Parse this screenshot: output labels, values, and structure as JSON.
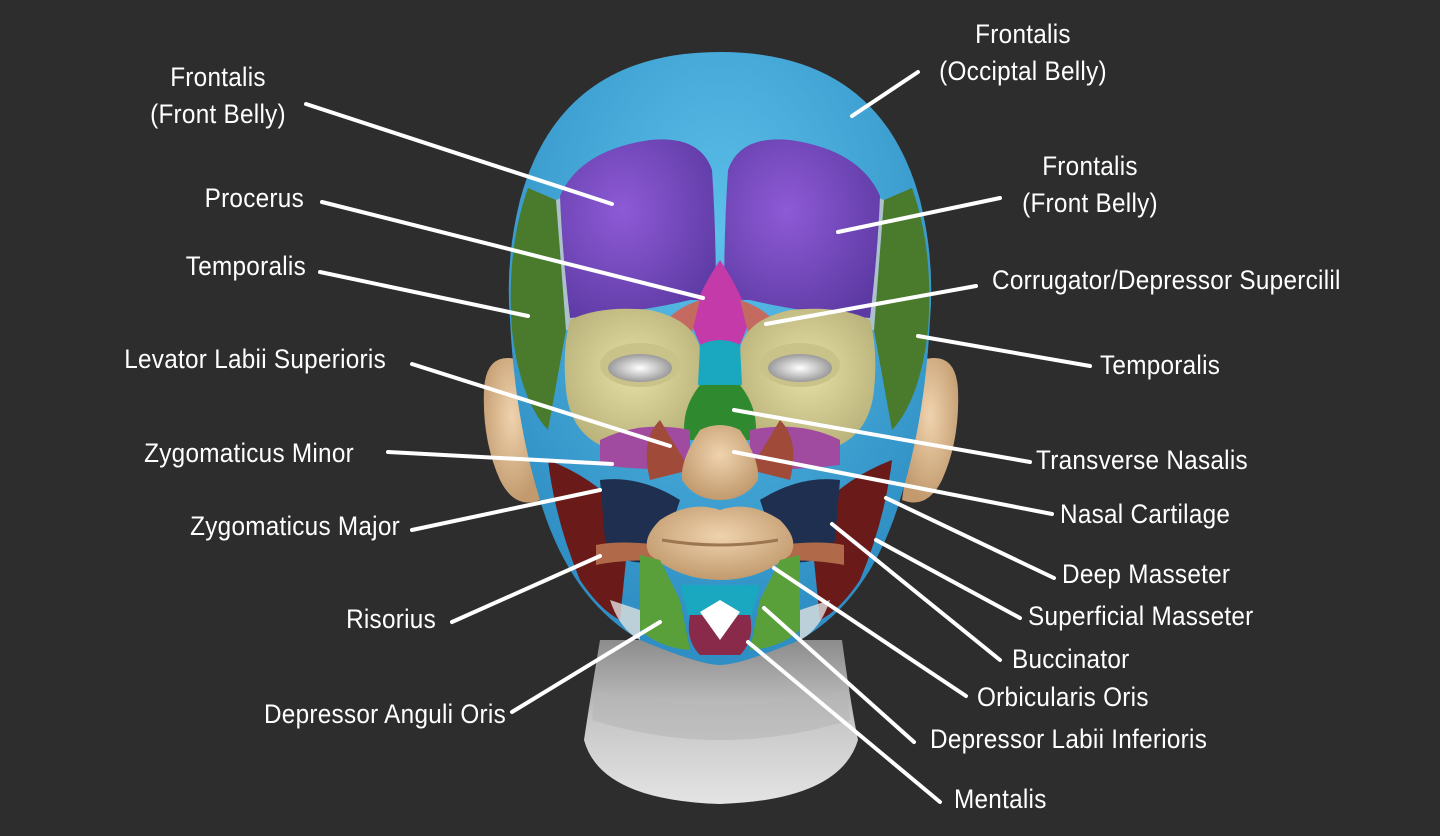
{
  "labels": {
    "frontalis_front_left": [
      "Frontalis",
      "(Front Belly)"
    ],
    "procerus_left": "Procerus",
    "temporalis_left": "Temporalis",
    "levator_labii_left": "Levator Labii Superioris",
    "zygomaticus_minor_left": "Zygomaticus Minor",
    "zygomaticus_major_left": "Zygomaticus Major",
    "risorius_left": "Risorius",
    "depressor_anguli_left": "Depressor Anguli Oris",
    "frontalis_occipital_right": [
      "Frontalis",
      "(Occiptal Belly)"
    ],
    "frontalis_front_right": [
      "Frontalis",
      "(Front Belly)"
    ],
    "corrugator_right": "Corrugator/Depressor Supercilil",
    "temporalis_right": "Temporalis",
    "transverse_nasalis_right": "Transverse Nasalis",
    "nasal_cartilage_right": "Nasal Cartilage",
    "deep_masseter_right": "Deep Masseter",
    "superficial_masseter_right": "Superficial Masseter",
    "buccinator_right": "Buccinator",
    "orbicularis_oris_right": "Orbicularis Oris",
    "depressor_labii_right": "Depressor Labii Inferioris",
    "mentalis_right": "Mentalis"
  },
  "colors": {
    "background": "#2d2d2d",
    "scalp_blue": "#3aa8da",
    "frontalis_purple": "#7a4cc4",
    "temporalis_green": "#4a7a2c",
    "orbicularis_yellow": "#d2cd8d",
    "procerus_magenta": "#c43aa8",
    "nasalis_green": "#2f8a2f",
    "skin": "#d8b88c",
    "masseter_red": "#6a1a18",
    "buccinator_navy": "#1f2f4f",
    "mentalis_teal": "#1aa7c0",
    "neck_grey": "#d0d0d0",
    "leader_line": "#ffffff"
  }
}
